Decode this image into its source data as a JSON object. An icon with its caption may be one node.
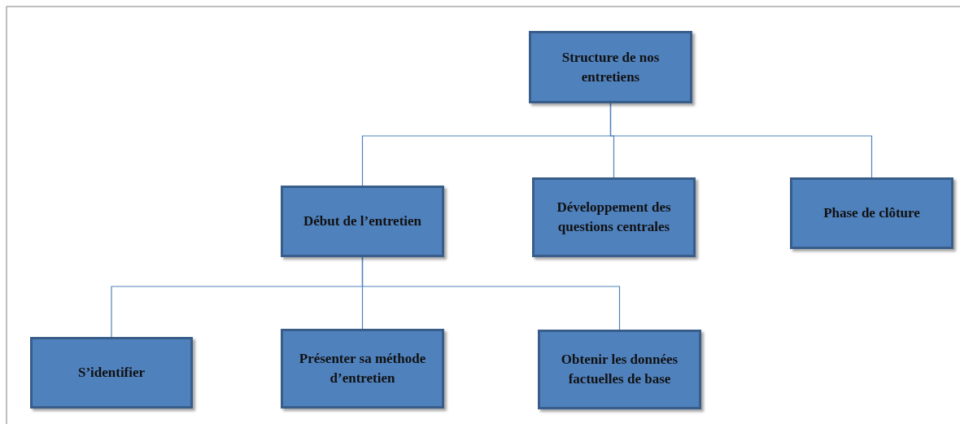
{
  "diagram": {
    "nodes": [
      {
        "text": [
          "Structure de nos entretiens"
        ]
      },
      {
        "text": [
          "Début de l’entretien"
        ]
      },
      {
        "text": [
          "Développement des questions centrales"
        ]
      },
      {
        "text": [
          "Phase de clôture"
        ]
      },
      {
        "text": [
          "S’identifier"
        ]
      },
      {
        "text": [
          "Présenter sa méthode d’entretien"
        ]
      },
      {
        "text": [
          "Obtenir les données factuelles de base"
        ]
      }
    ],
    "edges": [
      {
        "from": 0,
        "to": 1,
        "arrow": "none"
      },
      {
        "from": 0,
        "to": 2,
        "arrow": "none"
      },
      {
        "from": 0,
        "to": 3,
        "arrow": "none"
      },
      {
        "from": 1,
        "to": 4,
        "arrow": "none"
      },
      {
        "from": 1,
        "to": 5,
        "arrow": "none"
      },
      {
        "from": 1,
        "to": 6,
        "arrow": "none"
      }
    ]
  }
}
